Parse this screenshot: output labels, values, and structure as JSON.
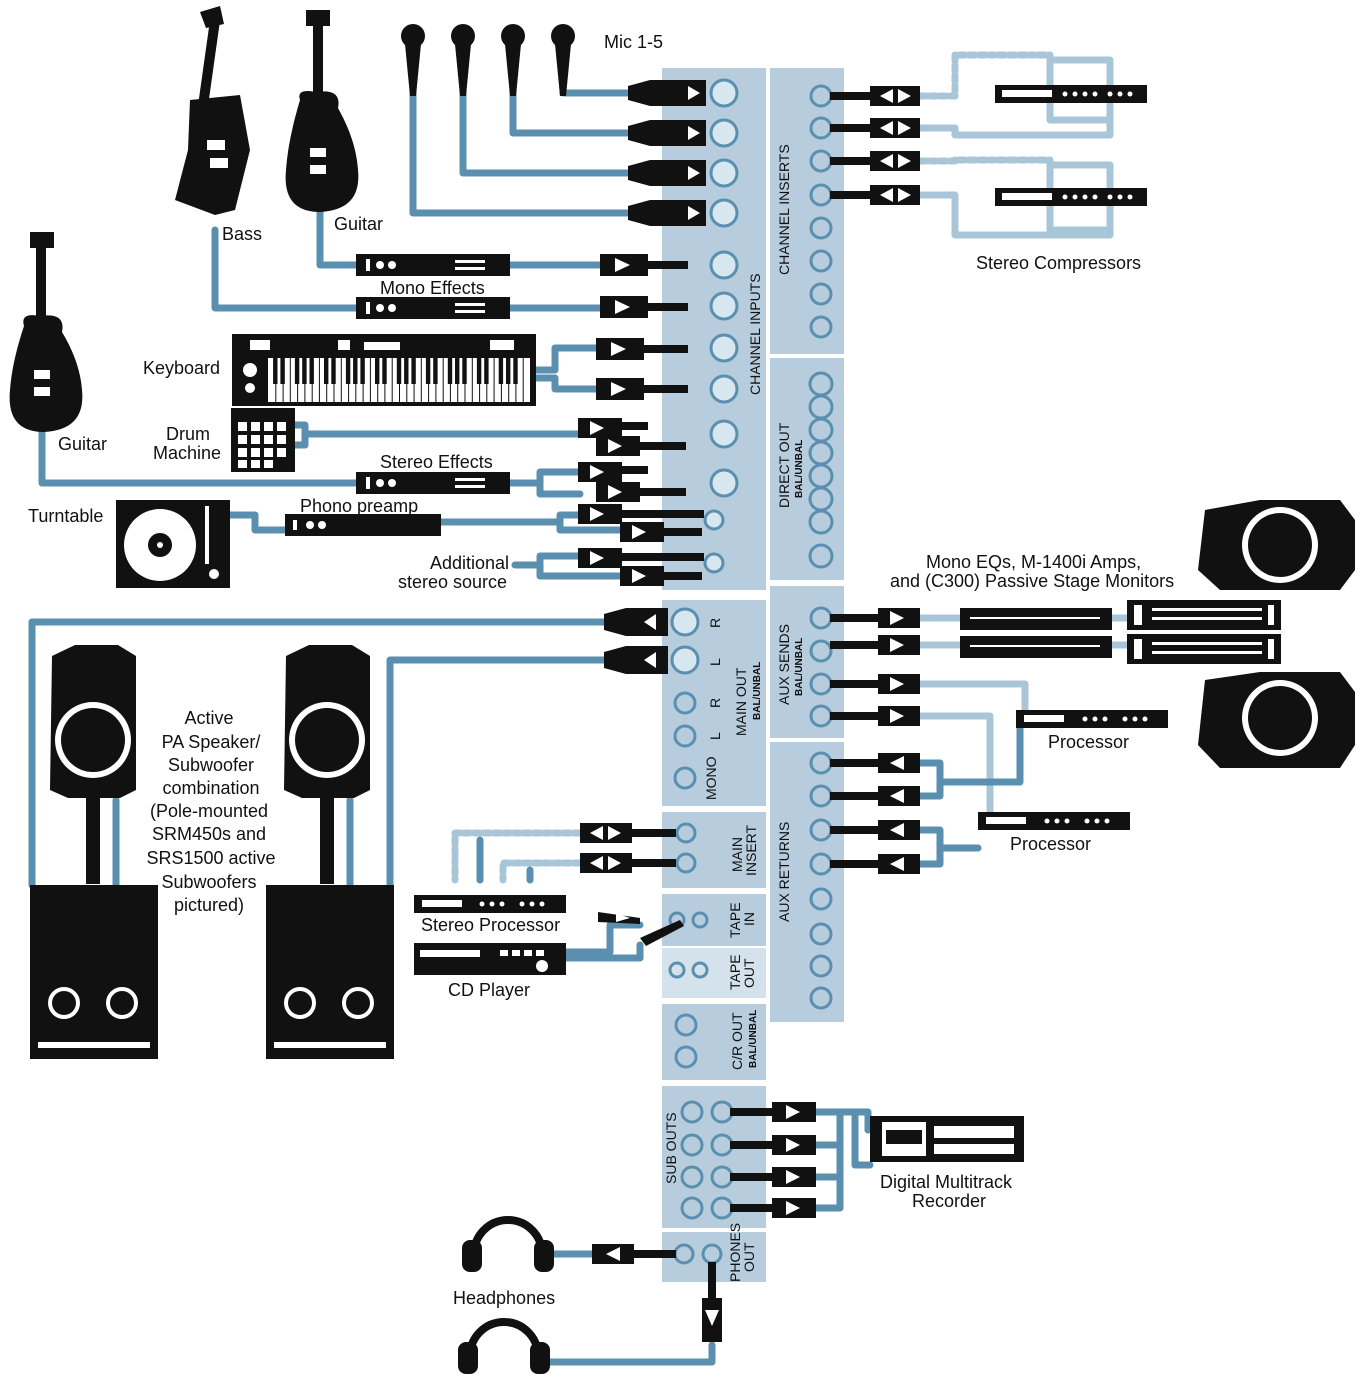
{
  "colors": {
    "wire": "#5a8fb0",
    "wire_light": "#a9c6d8",
    "panel": "#b7cddd",
    "panel_jack_ring": "#5a8fb0",
    "device": "#111111",
    "background": "#ffffff"
  },
  "labels": {
    "mic": "Mic 1-5",
    "bass": "Bass",
    "guitar_top": "Guitar",
    "guitar_left": "Guitar",
    "mono_effects": "Mono Effects",
    "keyboard": "Keyboard",
    "drum_machine_1": "Drum",
    "drum_machine_2": "Machine",
    "stereo_effects": "Stereo Effects",
    "turntable": "Turntable",
    "phono_preamp": "Phono preamp",
    "additional_1": "Additional",
    "additional_2": "stereo source",
    "stereo_compressors": "Stereo Compressors",
    "monitors_1": "Mono EQs, M-1400i Amps,",
    "monitors_2": "and (C300) Passive Stage Monitors",
    "processor_1": "Processor",
    "processor_2": "Processor",
    "pa_lines": [
      "Active",
      "PA Speaker/",
      "Subwoofer",
      "combination",
      "(Pole-mounted",
      "SRM450s and",
      "SRS1500 active",
      "Subwoofers",
      "pictured)"
    ],
    "stereo_processor": "Stereo Processor",
    "cd_player": "CD Player",
    "recorder_1": "Digital Multitrack",
    "recorder_2": "Recorder",
    "headphones": "Headphones"
  },
  "panel_labels": {
    "channel_inputs": "CHANNEL INPUTS",
    "channel_inserts": "CHANNEL INSERTS",
    "direct_out": "DIRECT OUT",
    "direct_out_sub": "BAL/UNBAL",
    "aux_sends": "AUX  SENDS",
    "aux_sends_sub": "BAL/UNBAL",
    "aux_returns": "AUX RETURNS",
    "main_out": "MAIN OUT",
    "main_out_sub": "BAL/UNBAL",
    "mono": "MONO",
    "main_insert_1": "MAIN",
    "main_insert_2": "INSERT",
    "tape_in_1": "TAPE",
    "tape_in_2": "IN",
    "tape_out_1": "TAPE",
    "tape_out_2": "OUT",
    "cr_out": "C/R OUT",
    "cr_out_sub": "BAL/UNBAL",
    "sub_outs": "SUB OUTS",
    "phones_1": "PHONES",
    "phones_2": "OUT",
    "r": "R",
    "l": "L"
  }
}
